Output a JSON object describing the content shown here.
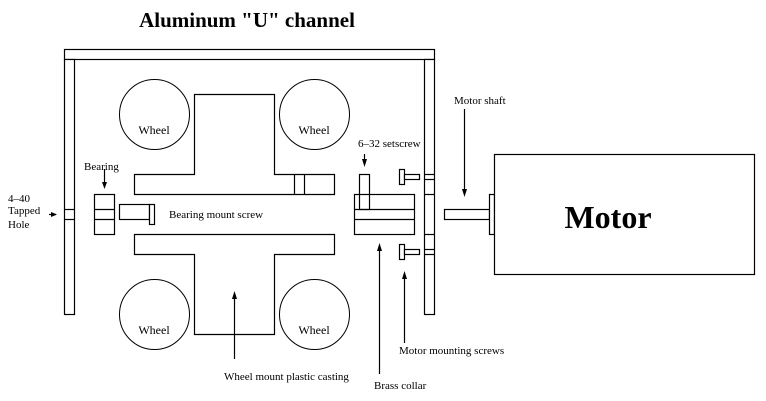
{
  "title": "Aluminum \"U\" channel",
  "motor_label": "Motor",
  "wheels": [
    {
      "label": "Wheel",
      "position": "top-left"
    },
    {
      "label": "Wheel",
      "position": "top-right"
    },
    {
      "label": "Wheel",
      "position": "bottom-left"
    },
    {
      "label": "Wheel",
      "position": "bottom-right"
    }
  ],
  "labels": {
    "tapped_hole": [
      "4–40",
      "Tapped",
      "Hole"
    ],
    "bearing": "Bearing",
    "bearing_mount_screw": "Bearing mount screw",
    "setscrew": "6–32 setscrew",
    "motor_shaft": "Motor shaft",
    "wheel_mount": "Wheel mount plastic casting",
    "brass_collar": "Brass collar",
    "motor_mounting_screws": "Motor mounting screws"
  },
  "colors": {
    "line": "#000000",
    "background": "#ffffff"
  }
}
